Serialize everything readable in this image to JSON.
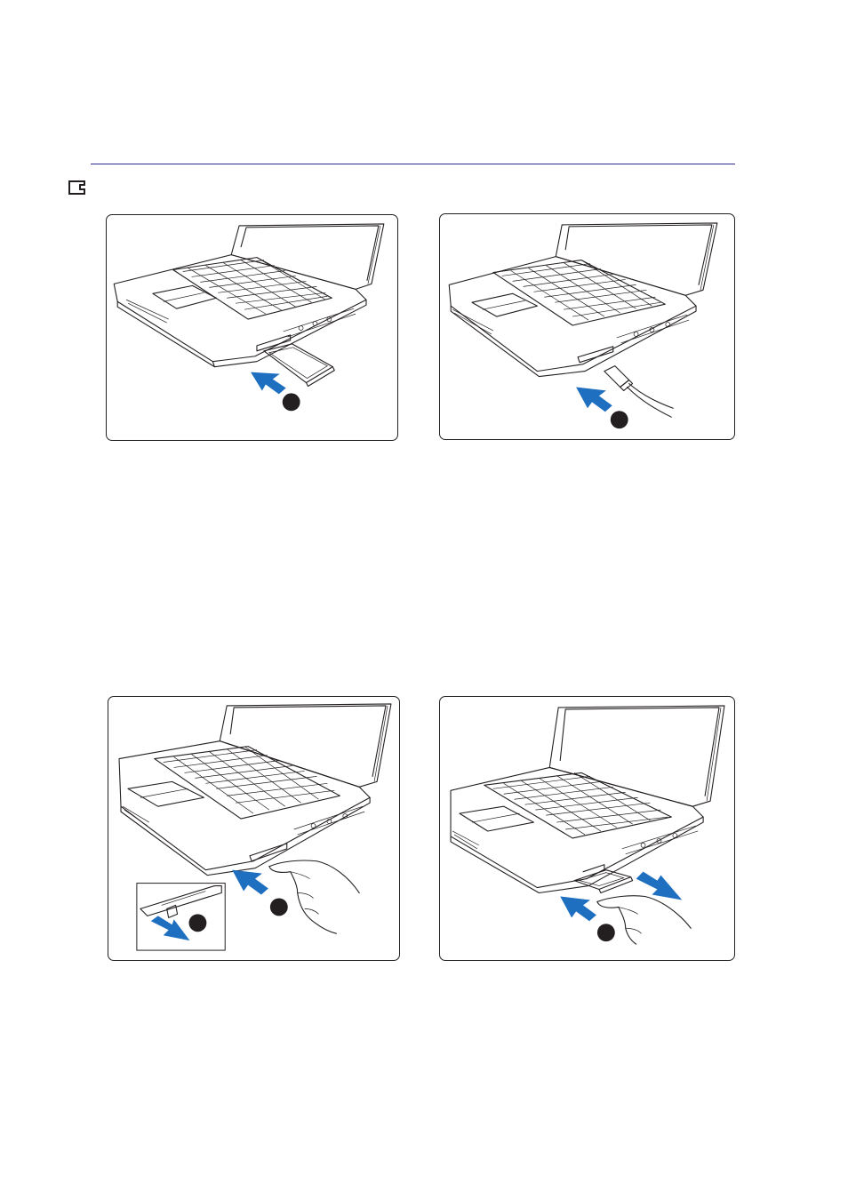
{
  "page": {
    "section_icon": "pc-card-icon",
    "accent_color": "#2e2a8c",
    "arrow_color": "#1f6fc1"
  },
  "figures": [
    {
      "id": "insert-card",
      "step_marker": "black-circle",
      "arrow": "insert"
    },
    {
      "id": "connect-cable",
      "step_marker": "black-circle",
      "arrow": "insert"
    },
    {
      "id": "press-eject-button",
      "step_marker": "black-circle",
      "arrow": "insert",
      "inset": true
    },
    {
      "id": "eject-card",
      "step_marker": "black-circle",
      "arrow": "eject"
    }
  ]
}
